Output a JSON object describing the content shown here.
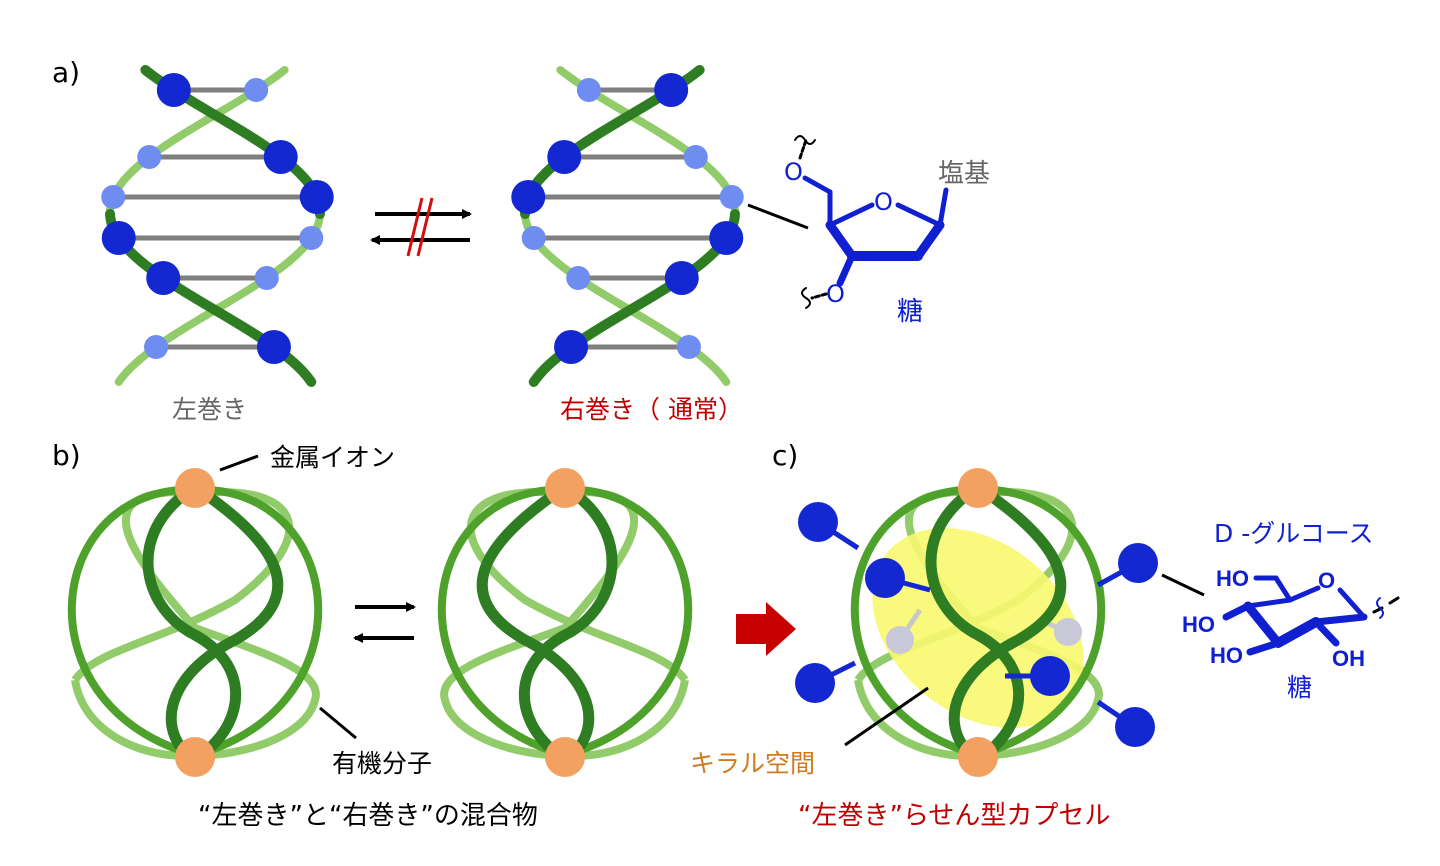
{
  "panels": {
    "a": {
      "label": "a)",
      "left_helix_label": "左巻き",
      "right_helix_label": "右巻き（ 通常）",
      "base_label": "塩基",
      "sugar_label": "糖",
      "oxygen": "O",
      "equilibrium": "blocked"
    },
    "b": {
      "label": "b)",
      "metal_ion_label": "金属イオン",
      "organic_molecule_label": "有機分子",
      "caption": "“左巻き”と“右巻き”の混合物"
    },
    "c": {
      "label": "c)",
      "chiral_space_label": "キラル空間",
      "caption": "“左巻き”らせん型カプセル",
      "glucose_label": "D -グルコース",
      "sugar_label": "糖",
      "ho": "HO",
      "oh": "OH",
      "oxygen": "O"
    }
  },
  "colors": {
    "dark_green": "#2f7d22",
    "mid_green": "#4ea12a",
    "light_green": "#92cc6a",
    "blue": "#1428d2",
    "light_blue": "#6f8cf0",
    "orange": "#f2a160",
    "red": "#c00000",
    "chem_blue": "#1020d0",
    "yellow": "#f8f870"
  }
}
